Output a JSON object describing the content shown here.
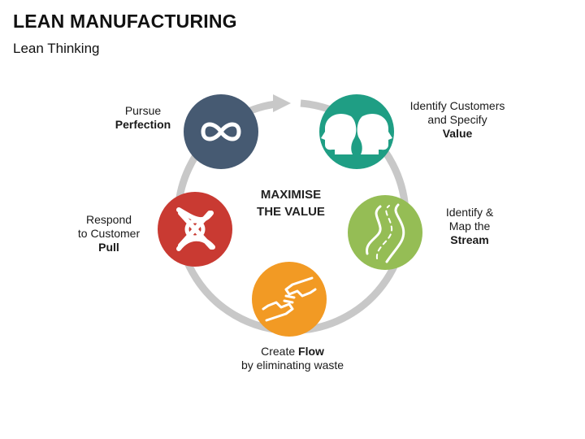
{
  "header": {
    "title": "LEAN MANUFACTURING",
    "subtitle": "Lean Thinking"
  },
  "center": {
    "line1": "MAXIMISE",
    "line2": "THE VALUE"
  },
  "steps": [
    {
      "icon": "faces-icon",
      "color": "#1f9e84",
      "line1": "Identify Customers",
      "line2": "and Specify",
      "bold": "Value"
    },
    {
      "icon": "winding-road-icon",
      "color": "#95bd55",
      "line1": "Identify &",
      "line2": "Map the",
      "bold": "Stream"
    },
    {
      "icon": "pointing-hands-icon",
      "color": "#f29a24",
      "prefix": "Create ",
      "bold": "Flow",
      "line2": "by eliminating waste"
    },
    {
      "icon": "knot-icon",
      "color": "#c93a32",
      "line1": "Respond",
      "line2": "to Customer",
      "bold": "Pull"
    },
    {
      "icon": "infinity-icon",
      "color": "#465a72",
      "line1": "Pursue",
      "bold": "Perfection"
    }
  ],
  "cycle_color": "#c8c8c8"
}
